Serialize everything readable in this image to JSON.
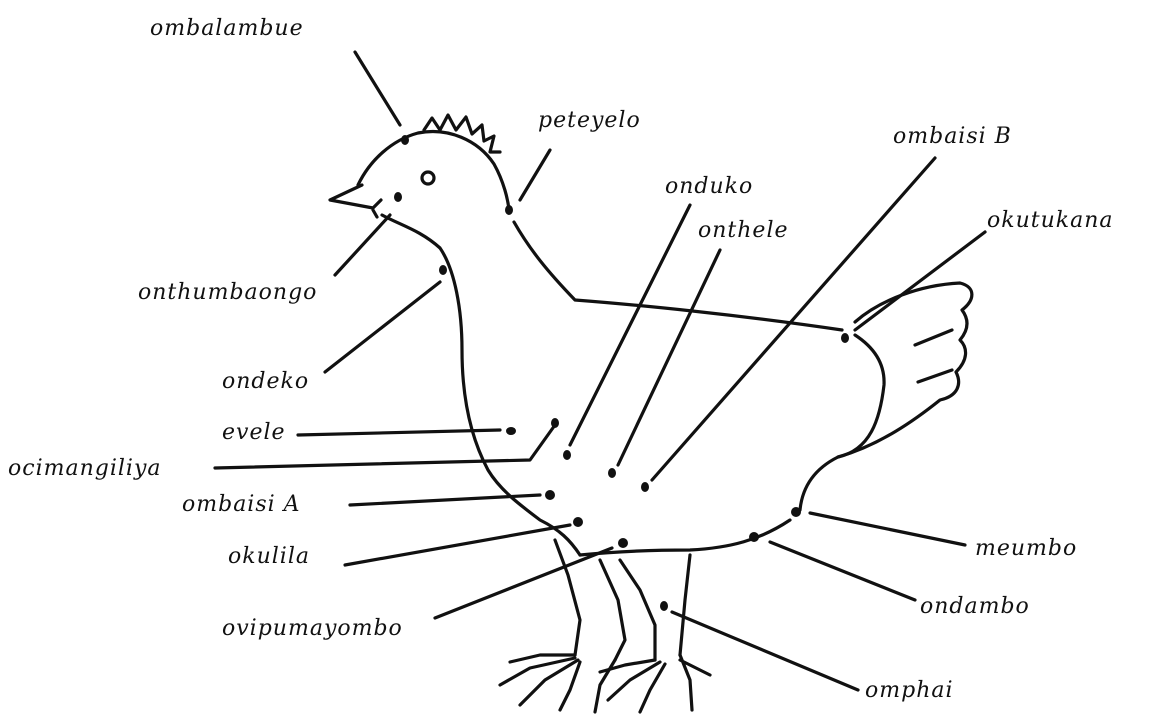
{
  "colors": {
    "ink": "#111111",
    "background": "#ffffff"
  },
  "labels": {
    "ombalambue": "ombalambue",
    "peteyelo": "peteyelo",
    "ombaisi_b": "ombaisi B",
    "onduko": "onduko",
    "onthele": "onthele",
    "okutukana": "okutukana",
    "onthumbaongo": "onthumbaongo",
    "ondeko": "ondeko",
    "evele": "evele",
    "ocimangiliya": "ocimangiliya",
    "ombaisi_a": "ombaisi A",
    "okulila": "okulila",
    "ovipumayombo": "ovipumayombo",
    "meumbo": "meumbo",
    "ondambo": "ondambo",
    "omphai": "omphai"
  }
}
